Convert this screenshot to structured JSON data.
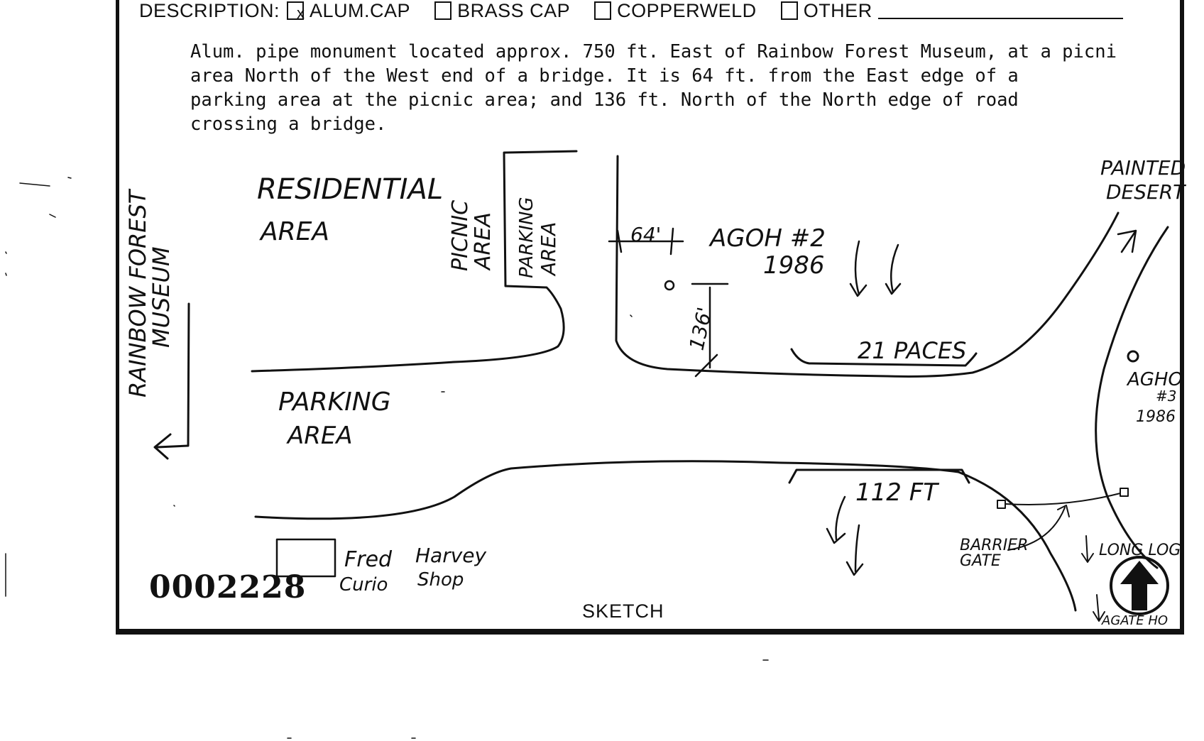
{
  "form": {
    "description_label": "DESCRIPTION:",
    "options": [
      {
        "label": "ALUM.CAP",
        "checked": true,
        "mark": "x"
      },
      {
        "label": "BRASS CAP",
        "checked": false,
        "mark": ""
      },
      {
        "label": "COPPERWELD",
        "checked": false,
        "mark": ""
      },
      {
        "label": "OTHER",
        "checked": false,
        "mark": ""
      }
    ],
    "description_lines": [
      "Alum. pipe monument located approx. 750 ft. East of Rainbow Forest Museum, at a picni",
      "area North of the West end of a bridge. It is 64 ft. from the East edge of a",
      "parking area at the picnic area; and 136 ft. North of the North edge of road",
      "crossing a bridge."
    ],
    "sketch_label": "SKETCH",
    "stamp": "0002228"
  },
  "sketch": {
    "residential_line1": "RESIDENTIAL",
    "residential_line2": "AREA",
    "museum_line1": "RAINBOW FOREST",
    "museum_line2": "MUSEUM",
    "picnic_line1": "PICNIC",
    "picnic_line2": "AREA",
    "parking_small_line1": "PARKING",
    "parking_small_line2": "AREA",
    "dist_64": "64'",
    "dist_136": "136'",
    "agoh2_line1": "AGOH #2",
    "agoh2_line2": "1986",
    "paces": "21 PACES",
    "painted_line1": "PAINTED",
    "painted_line2": "DESERT",
    "agoh3_line1": "AGHO",
    "agoh3_line2": "#3",
    "agoh3_line3": "1986",
    "parking_line1": "PARKING",
    "parking_line2": "AREA",
    "ft112": "112 FT",
    "barrier_line1": "BARRIER",
    "barrier_line2": "GATE",
    "long_logs": "LONG LOG",
    "agate_house": "AGATE HO",
    "fred_line1": "Fred",
    "fred_line2": "Curio",
    "harvey_line1": "Harvey",
    "harvey_line2": "Shop"
  }
}
